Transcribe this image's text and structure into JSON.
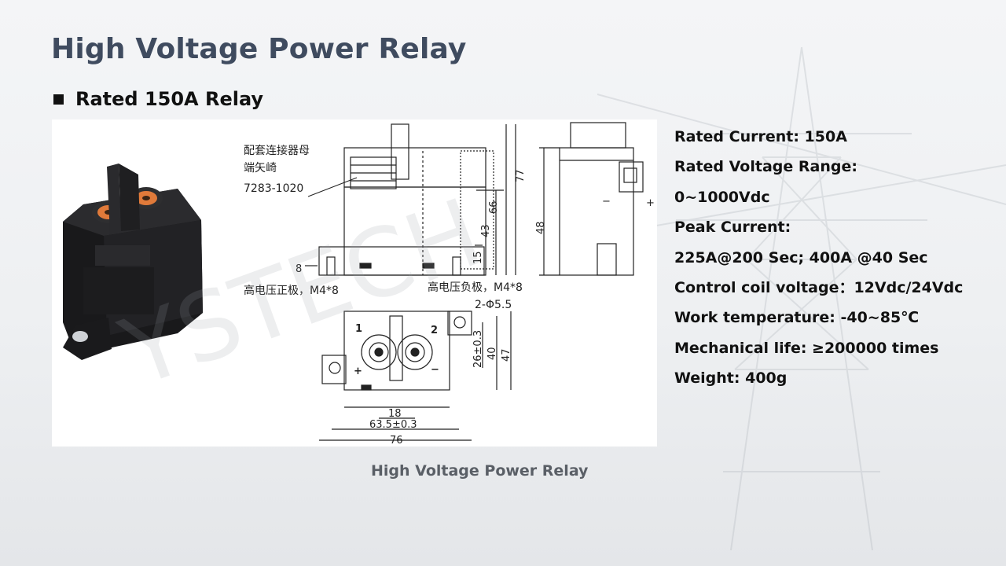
{
  "title": "High Voltage Power Relay",
  "subtitle": "Rated 150A Relay",
  "specs": [
    "Rated Current: 150A",
    "Rated Voltage Range:",
    "0~1000Vdc",
    "Peak Current:",
    "225A@200 Sec; 400A @40 Sec",
    "Control coil voltage：12Vdc/24Vdc",
    "Work temperature: -40~85℃",
    "Mechanical life: ≥200000 times",
    "Weight: 400g"
  ],
  "figure": {
    "connector_label_line1": "配套连接器母",
    "connector_label_line2": "端矢崎",
    "connector_part": "7283-1020",
    "positive_label": "高电压正极，M4*8",
    "negative_label": "高电压负极，M4*8",
    "hole_spec": "2-Φ5.5",
    "dims": {
      "d77": "77",
      "d66": "66",
      "d43": "43",
      "d15": "15",
      "d8": "8",
      "d48": "48",
      "d26": "26±0.3",
      "d40": "40",
      "d47": "47",
      "d18": "18",
      "d63": "63.5±0.3",
      "d76": "76"
    },
    "terminal_1": "1",
    "terminal_2": "2",
    "plus_sign": "+",
    "minus_sign": "−",
    "coil_minus": "−",
    "coil_plus": "+",
    "watermark": "YSTECH"
  },
  "caption": "High Voltage Power Relay",
  "colors": {
    "title": "#3f4b5f",
    "relay_body": "#1d1d1f",
    "terminal": "#e07a3a"
  }
}
